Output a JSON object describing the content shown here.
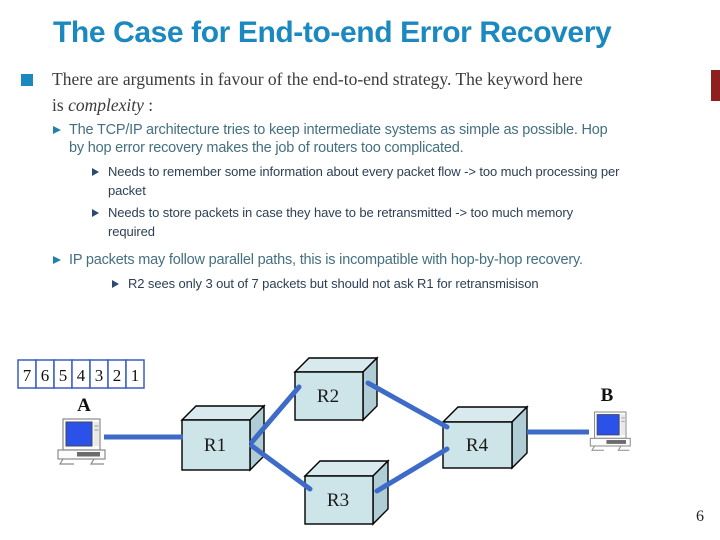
{
  "slide": {
    "title": "The Case for End-to-end Error Recovery",
    "page_number": "6"
  },
  "colors": {
    "title_blue": "#1b88bf",
    "level1_text": "#3b3b3b",
    "level2_text": "#44707f",
    "level3_text": "#2d3f55",
    "level2_arrow": "#2081ad",
    "level3_arrow": "#2b4a71",
    "link_blue": "#3f6bc8",
    "router_box_front": "#cde4e9",
    "router_box_top": "#d8eaee",
    "router_box_side": "#b0cdd6",
    "queue_cell_border": "#3a5fc0",
    "computer_screen_blue": "#2b52e8",
    "accent_bar_red": "#8e1f1f"
  },
  "icons": {
    "level1_bullet": "blue-square",
    "level2_bullet": "arrow-right-triangle",
    "level3_bullet": "arrow-right-triangle",
    "host_a": "desktop-computer",
    "host_b": "desktop-computer"
  },
  "bullets": {
    "b1_line1": "There are arguments in favour of the end-to-end strategy. The keyword here",
    "b1_line2_pre": "is ",
    "b1_line2_italic": "complexity",
    "b1_line2_post": " :",
    "b2_line1": "The TCP/IP architecture tries to keep intermediate systems as simple as possible. Hop",
    "b2_line2": "by hop error recovery makes the job of routers too complicated.",
    "b3_line1": "Needs to remember some information about every packet flow -> too much processing per",
    "b3_line2": "packet",
    "b4_line1": "Needs to store packets in case they have to be retransmitted -> too much memory",
    "b4_line2": "required",
    "b5_line1": "IP packets may follow parallel paths, this is incompatible with hop-by-hop recovery.",
    "b6_line1": "R2 sees only 3 out of 7 packets but should not ask R1 for retransmisison"
  },
  "diagram": {
    "queue_cells": [
      "7",
      "6",
      "5",
      "4",
      "3",
      "2",
      "1"
    ],
    "host_a_label": "A",
    "host_b_label": "B",
    "router_labels": {
      "r1": "R1",
      "r2": "R2",
      "r3": "R3",
      "r4": "R4"
    }
  }
}
